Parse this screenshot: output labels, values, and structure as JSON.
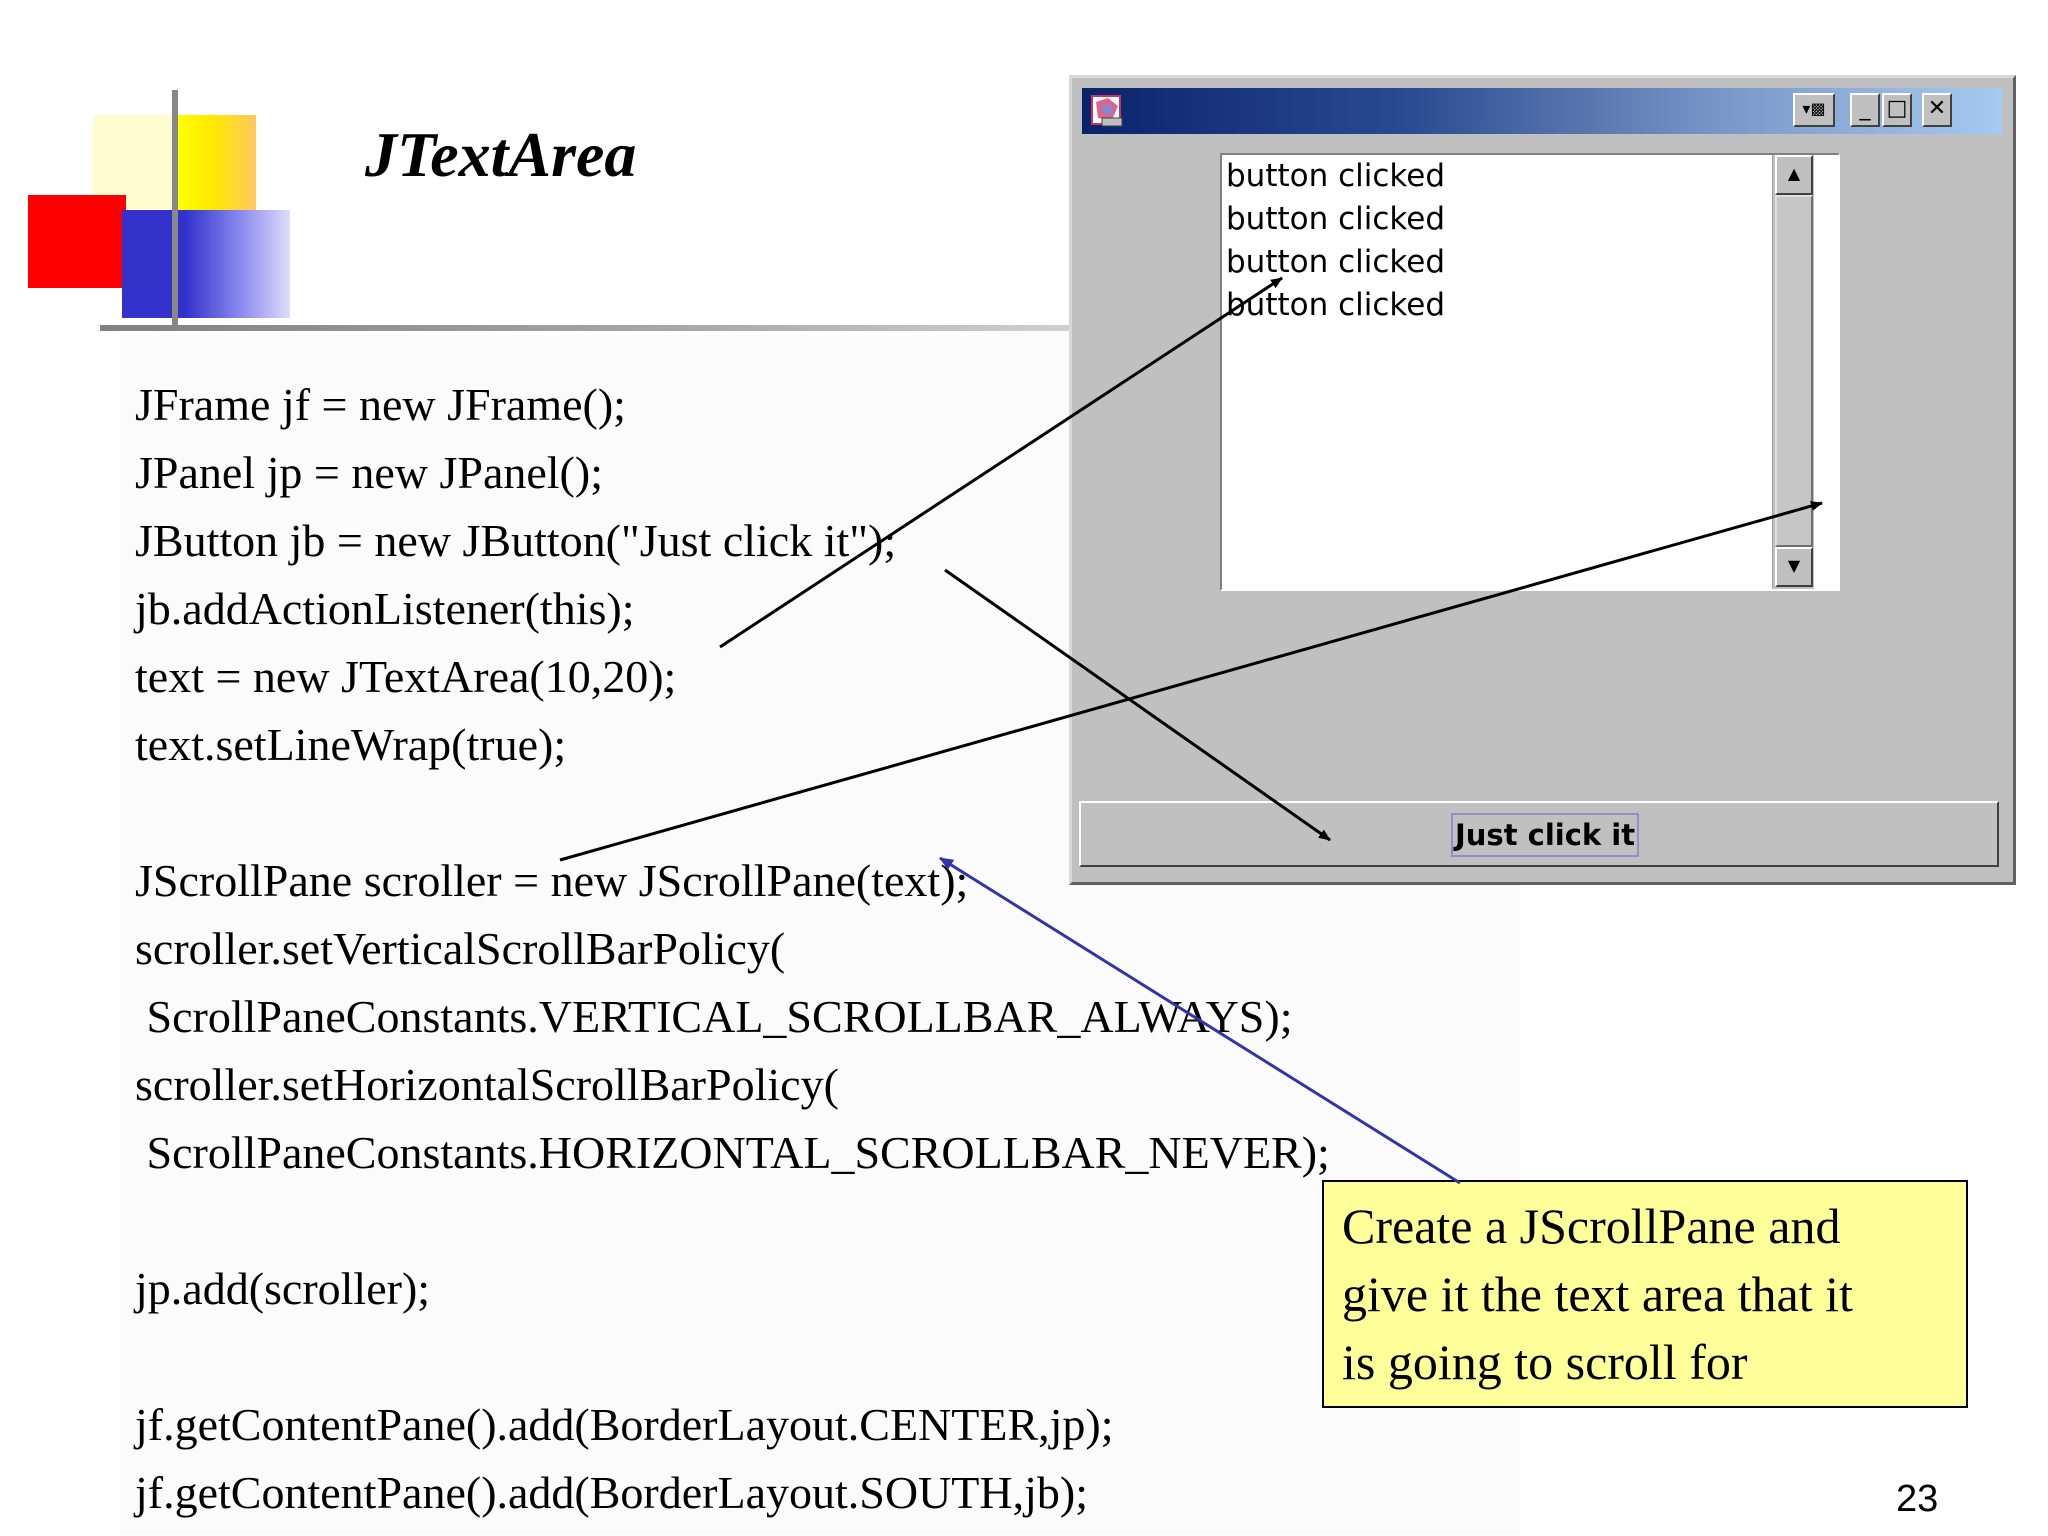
{
  "slide": {
    "title": "JTextArea",
    "page_number": "23"
  },
  "code_lines": [
    "JFrame jf = new JFrame();",
    "JPanel jp = new JPanel();",
    "JButton jb = new JButton(\"Just click it\");",
    "jb.addActionListener(this);",
    "text = new JTextArea(10,20);",
    "text.setLineWrap(true);",
    "JScrollPane scroller = new JScrollPane(text);",
    "scroller.setVerticalScrollBarPolicy(",
    " ScrollPaneConstants.VERTICAL_SCROLLBAR_ALWAYS);",
    "scroller.setHorizontalScrollBarPolicy(",
    " ScrollPaneConstants.HORIZONTAL_SCROLLBAR_NEVER);",
    "jp.add(scroller);",
    "jf.getContentPane().add(BorderLayout.CENTER,jp);",
    "jf.getContentPane().add(BorderLayout.SOUTH,jb);"
  ],
  "window": {
    "text_area_lines": [
      "button clicked",
      "button clicked",
      "button clicked",
      "button clicked"
    ],
    "button_label": "Just click it",
    "title_buttons": {
      "combo": "▾▩",
      "minimize": "_",
      "maximize": "□",
      "close": "✕"
    },
    "scroll_up": "▲",
    "scroll_down": "▼",
    "icons": {
      "app": "app-icon",
      "scroll_up": "arrow-up-icon",
      "scroll_down": "arrow-down-icon"
    }
  },
  "callout": {
    "lines": [
      "Create a JScrollPane and",
      "give it the text area that it",
      "is going to scroll for"
    ],
    "background_color": "#ffff99",
    "arrow_color": "#3333aa"
  }
}
